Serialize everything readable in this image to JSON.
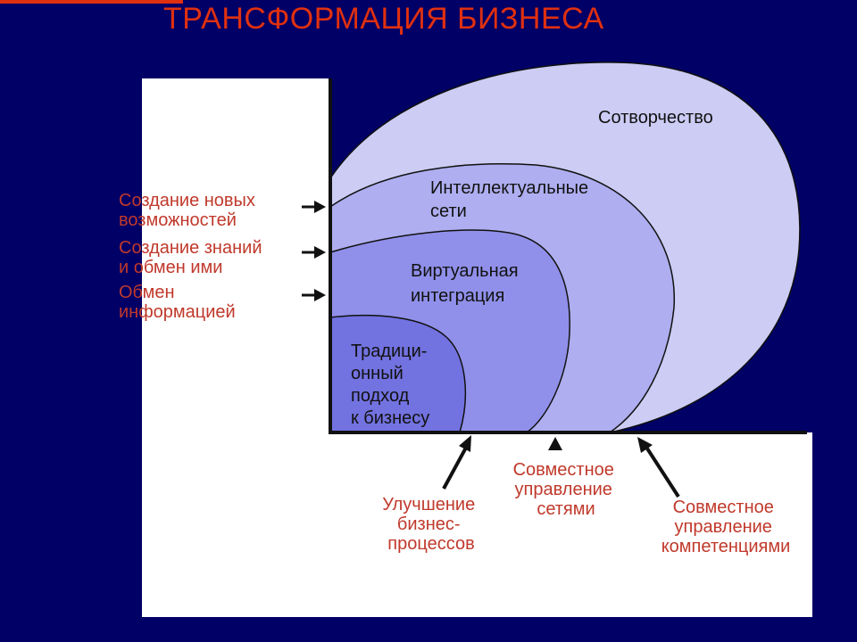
{
  "title": "ТРАНСФОРМАЦИЯ БИЗНЕСА",
  "zones": [
    {
      "lines": [
        "Сотворчество"
      ]
    },
    {
      "lines": [
        "Интеллектуальные",
        "сети"
      ]
    },
    {
      "lines": [
        "Виртуальная",
        "интеграция"
      ]
    },
    {
      "lines": [
        "Традици-",
        "онный",
        "подход",
        "к бизнесу"
      ]
    }
  ],
  "left_labels": [
    {
      "lines": [
        "Создание новых",
        "возможностей"
      ]
    },
    {
      "lines": [
        "Создание знаний",
        "и обмен ими"
      ]
    },
    {
      "lines": [
        "Обмен",
        "информацией"
      ]
    }
  ],
  "bottom_labels": [
    {
      "lines": [
        "Улучшение",
        "бизнес-",
        "процессов"
      ]
    },
    {
      "lines": [
        "Совместное",
        "управление",
        "сетями"
      ]
    },
    {
      "lines": [
        "Совместное",
        "управление",
        "компетенциями"
      ]
    }
  ],
  "colors": {
    "background": "#000066",
    "title": "#e03010",
    "label_red": "#c0392b",
    "zone_outer": "#ccccf5",
    "zone_2": "#aeaef0",
    "zone_3": "#9090ea",
    "zone_inner": "#7272e0"
  }
}
